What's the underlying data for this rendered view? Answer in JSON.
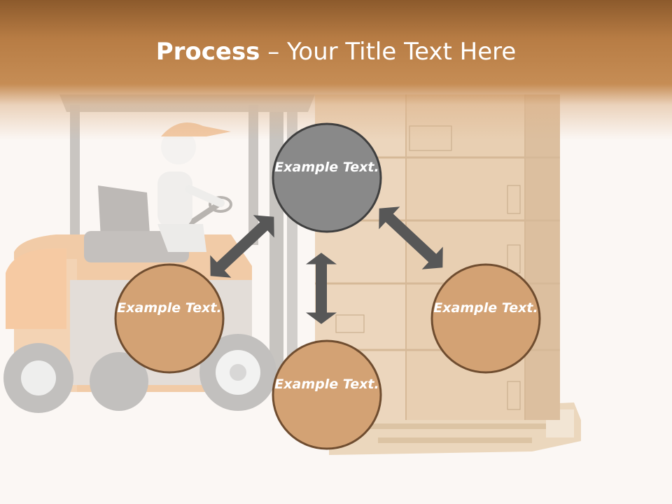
{
  "title": {
    "bold": "Process",
    "rest": " – Your Title Text Here"
  },
  "nodes": [
    {
      "id": "top",
      "label": "Example Text.",
      "fill": "#898989"
    },
    {
      "id": "left",
      "label": "Example Text.",
      "fill": "#d3a274"
    },
    {
      "id": "bottom",
      "label": "Example Text.",
      "fill": "#d3a274"
    },
    {
      "id": "right",
      "label": "Example Text.",
      "fill": "#d3a274"
    }
  ],
  "colors": {
    "title_band": "#b77c44",
    "circle_stroke": "#3f3f3f",
    "arrow": "#575757",
    "background": "#fbf7f4"
  },
  "icons": [
    "forklift-illustration",
    "cardboard-box-stack",
    "double-arrow-icon"
  ]
}
